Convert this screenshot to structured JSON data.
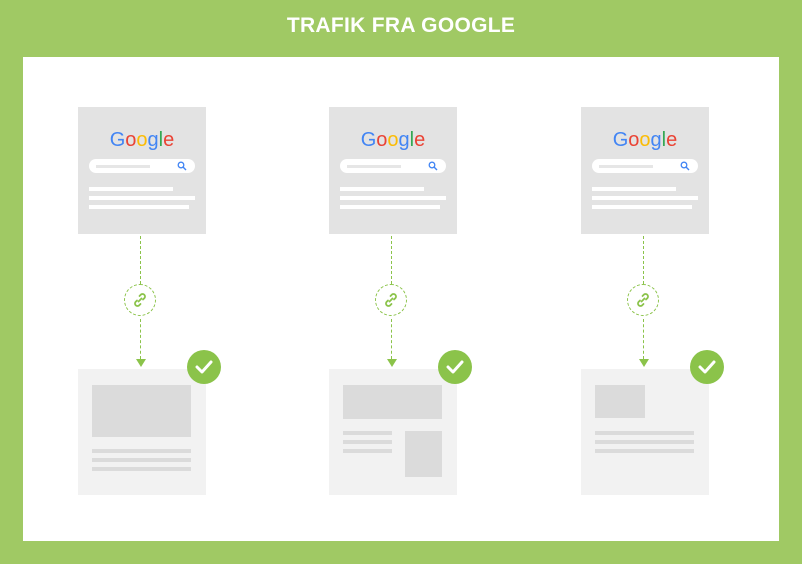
{
  "title": "TRAFIK FRA GOOGLE",
  "logo_letters": [
    "G",
    "o",
    "o",
    "g",
    "l",
    "e"
  ],
  "colors": {
    "background": "#a0c964",
    "accent": "#8bc34a",
    "serp_bg": "#e3e3e3",
    "site_bg": "#f2f2f2",
    "placeholder": "#dbdbdb"
  },
  "columns": [
    {
      "layout": "large-image-top-text-below"
    },
    {
      "layout": "image-top-text-left-sidebar-right"
    },
    {
      "layout": "small-image-top-text-below"
    }
  ],
  "icons": [
    "search-icon",
    "link-icon",
    "checkmark-icon"
  ]
}
